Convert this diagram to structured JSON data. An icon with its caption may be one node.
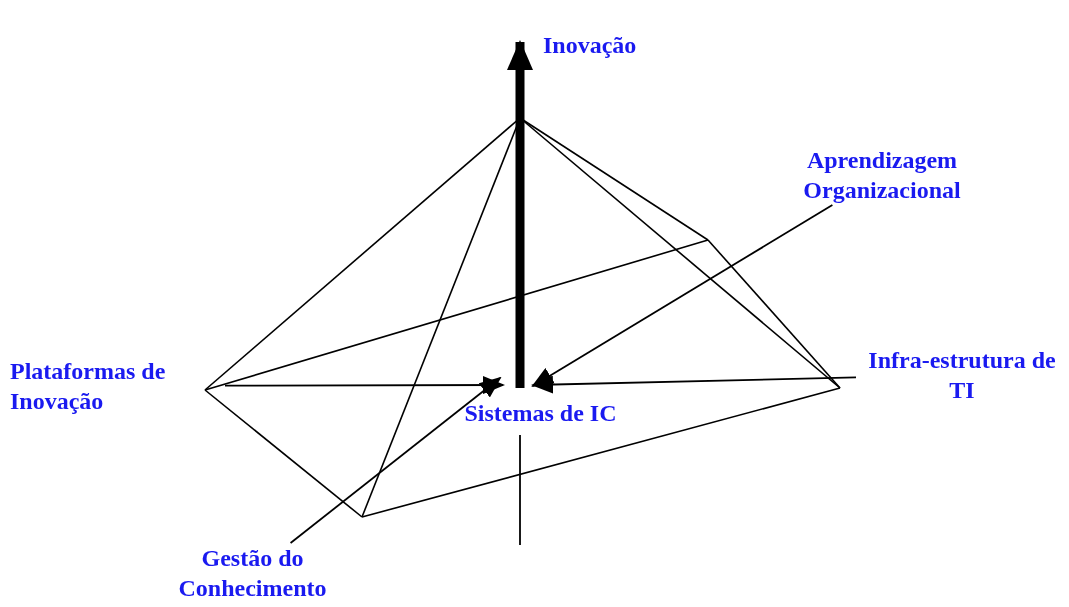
{
  "diagram": {
    "nodes": [
      {
        "text": [
          "Inovação"
        ]
      },
      {
        "text": [
          "Aprendizagem Organizacional"
        ]
      },
      {
        "text": [
          "Plataformas de Inovação"
        ]
      },
      {
        "text": [
          "Sistemas de IC"
        ]
      },
      {
        "text": [
          "Infra-estrutura de TI"
        ]
      },
      {
        "text": [
          "Gestão do Conhecimento"
        ]
      }
    ],
    "edges": [
      {
        "from": 3,
        "to": 0,
        "arrow": "to",
        "style": "thick"
      },
      {
        "from": 1,
        "to": 3,
        "arrow": "to"
      },
      {
        "from": 2,
        "to": 3,
        "arrow": "to"
      },
      {
        "from": 4,
        "to": 3,
        "arrow": "to"
      },
      {
        "from": 5,
        "to": 3,
        "arrow": "to"
      }
    ]
  }
}
